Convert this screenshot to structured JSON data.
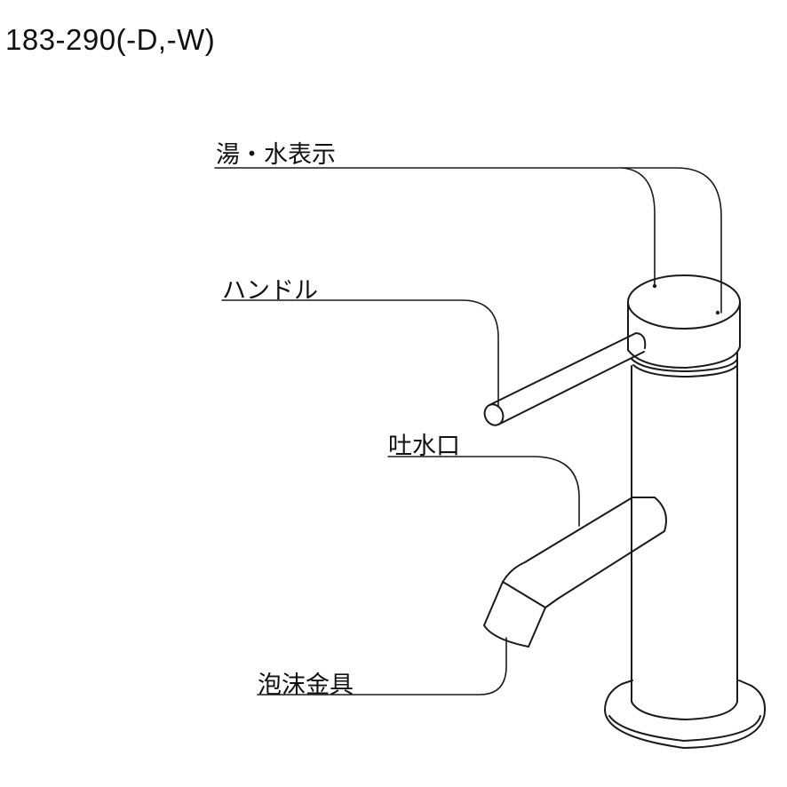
{
  "model_number": "183-290(-D,-W)",
  "callouts": {
    "indicator": "湯・水表示",
    "handle": "ハンドル",
    "spout": "吐水口",
    "aerator": "泡沫金具"
  }
}
